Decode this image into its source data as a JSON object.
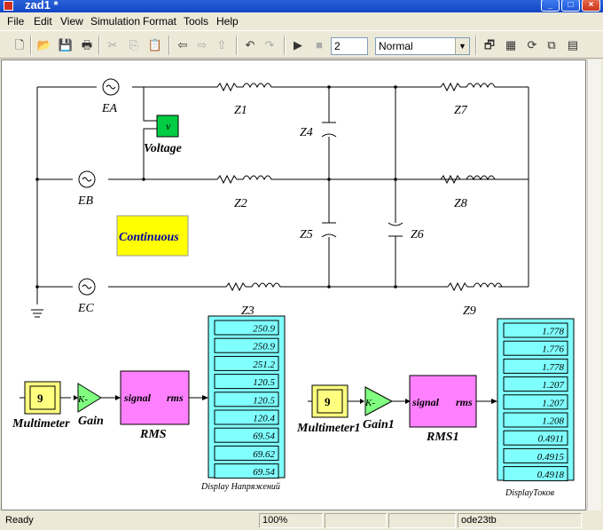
{
  "window": {
    "title": "zad1 *"
  },
  "menu": [
    "File",
    "Edit",
    "View",
    "Simulation",
    "Format",
    "Tools",
    "Help"
  ],
  "toolbar": {
    "stop_time": "2",
    "sim_mode": "Normal"
  },
  "blocks": {
    "EA": "EA",
    "EB": "EB",
    "EC": "EC",
    "Z1": "Z1",
    "Z2": "Z2",
    "Z3": "Z3",
    "Z4": "Z4",
    "Z5": "Z5",
    "Z6": "Z6",
    "Z7": "Z7",
    "Z8": "Z8",
    "Z9": "Z9",
    "voltage": "Voltage",
    "voltage_glyph": "v",
    "continuous": "Continuous",
    "multimeter": "Multimeter",
    "multimeter_value": "9",
    "multimeter1": "Multimeter1",
    "multimeter1_value": "9",
    "gain": "Gain",
    "gain_glyph": "K-",
    "gain1": "Gain1",
    "gain1_glyph": "K-",
    "rms": "RMS",
    "rms1": "RMS1",
    "rms_in": "signal",
    "rms_out": "rms",
    "display1_label": "Display Напряжений",
    "display2_label": "DisplayТоков"
  },
  "display1": [
    "250.9",
    "250.9",
    "251.2",
    "120.5",
    "120.5",
    "120.4",
    "69.54",
    "69.62",
    "69.54"
  ],
  "display2": [
    "1.778",
    "1.776",
    "1.778",
    "1.207",
    "1.207",
    "1.208",
    "0.4911",
    "0.4915",
    "0.4918"
  ],
  "status": {
    "state": "Ready",
    "zoom": "100%",
    "solver": "ode23tb"
  },
  "colors": {
    "display_bg": "#80ffff",
    "rms_fill": "#ff80ff",
    "gain_fill": "#80ff80",
    "multimeter_fill": "#ffff80",
    "voltage_fill": "#00cc44",
    "continuous_fill": "#ffff00"
  }
}
